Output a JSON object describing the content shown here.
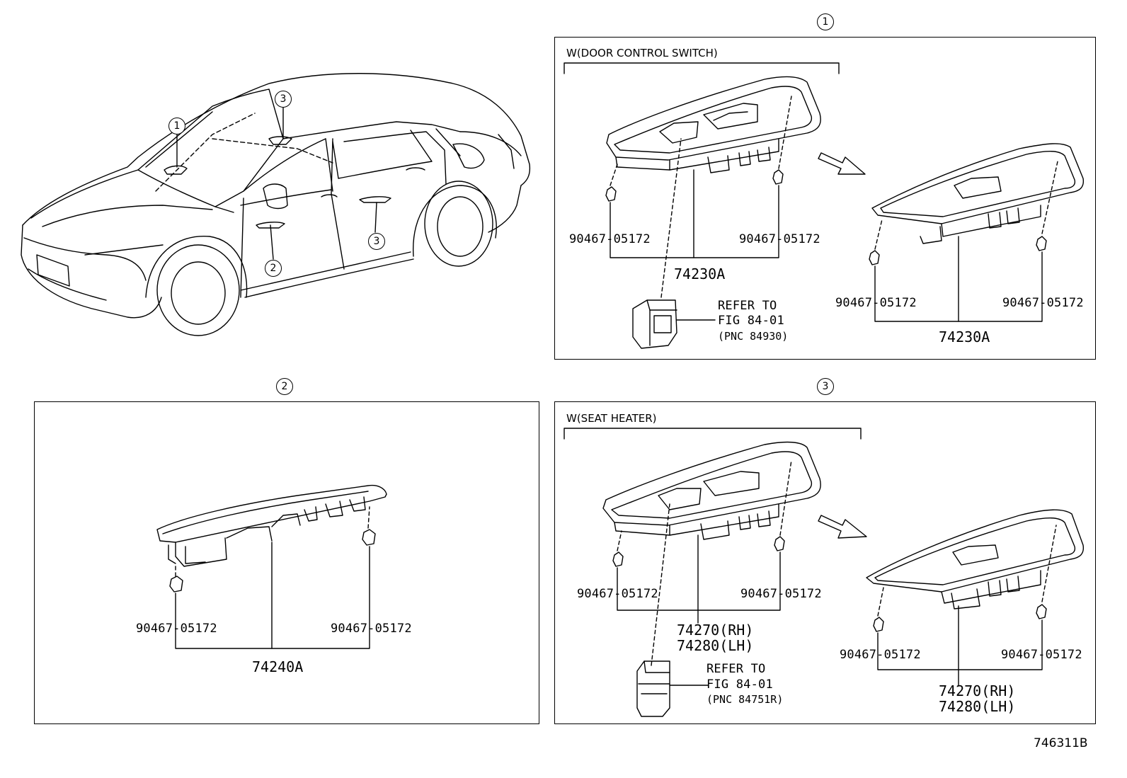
{
  "callouts": {
    "one": "1",
    "two": "2",
    "three": "3"
  },
  "panel1": {
    "header": "W(DOOR CONTROL SWITCH)",
    "clip_left": "90467-05172",
    "clip_right": "90467-05172",
    "part": "74230A",
    "refer_l1": "REFER TO",
    "refer_l2": "FIG 84-01",
    "refer_l3": "(PNC 84930)",
    "alt_clip_left": "90467-05172",
    "alt_clip_right": "90467-05172",
    "alt_part": "74230A"
  },
  "panel2": {
    "clip_left": "90467-05172",
    "clip_right": "90467-05172",
    "part": "74240A"
  },
  "panel3": {
    "header": "W(SEAT HEATER)",
    "clip_left": "90467-05172",
    "clip_right": "90467-05172",
    "part_rh": "74270(RH)",
    "part_lh": "74280(LH)",
    "refer_l1": "REFER TO",
    "refer_l2": "FIG 84-01",
    "refer_l3": "(PNC 84751R)",
    "alt_clip_left": "90467-05172",
    "alt_clip_right": "90467-05172",
    "alt_part_rh": "74270(RH)",
    "alt_part_lh": "74280(LH)"
  },
  "figure_id": "746311B",
  "colors": {
    "line": "#000000",
    "background": "#ffffff"
  }
}
